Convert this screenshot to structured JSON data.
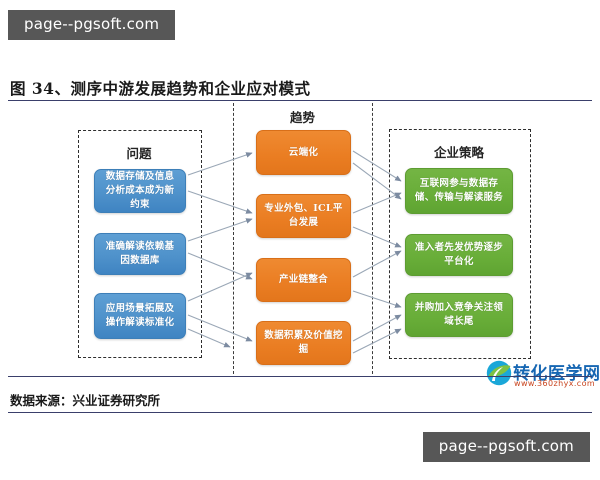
{
  "watermarks": {
    "top_left": "page--pgsoft.com",
    "bottom_right": "page--pgsoft.com"
  },
  "figure": {
    "title": "图 34、测序中游发展趋势和企业应对模式",
    "source_note": "数据来源：兴业证券研究所"
  },
  "columns": {
    "problems": {
      "title": "问题",
      "color": "#4f92cb",
      "nodes": [
        {
          "label": "数据存储及信息分析成本成为新约束"
        },
        {
          "label": "准确解读依赖基因数据库"
        },
        {
          "label": "应用场景拓展及操作解读标准化"
        }
      ]
    },
    "trends": {
      "title": "趋势",
      "color": "#ea7d22",
      "nodes": [
        {
          "label": "云端化"
        },
        {
          "label": "专业外包、ICL平台发展"
        },
        {
          "label": "产业链整合"
        },
        {
          "label": "数据积累及价值挖掘"
        }
      ]
    },
    "strategies": {
      "title": "企业策略",
      "color": "#68ad38",
      "nodes": [
        {
          "label": "互联网参与数据存储、传输与解读服务"
        },
        {
          "label": "准入者先发优势逐步平台化"
        },
        {
          "label": "并购加入竞争关注领域长尾"
        }
      ]
    }
  },
  "logo": {
    "name": "转化医学网",
    "url": "www.360zhyx.com"
  }
}
